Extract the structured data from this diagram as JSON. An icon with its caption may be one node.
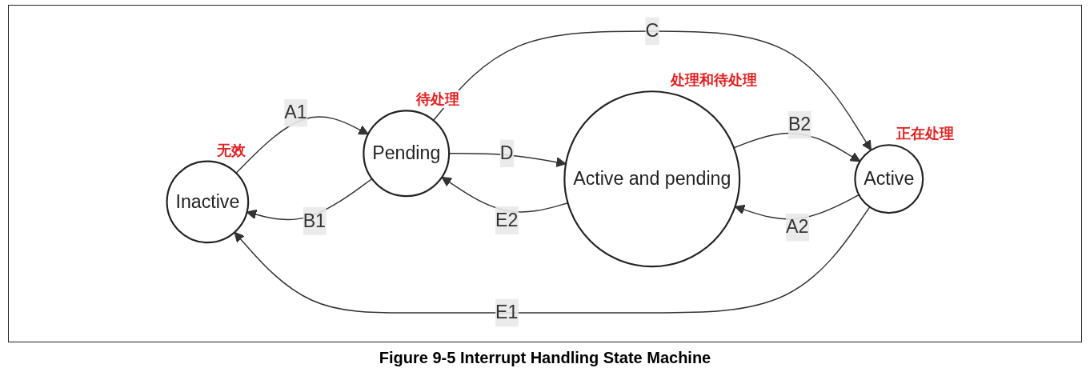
{
  "diagram": {
    "caption": "Figure 9-5 Interrupt Handling State Machine",
    "nodes": [
      {
        "text": [
          "Inactive"
        ],
        "beside": [
          "无效"
        ]
      },
      {
        "text": [
          "Pending"
        ],
        "beside": [
          "待处理"
        ]
      },
      {
        "text": [
          "Active and pending"
        ],
        "beside": [
          "处理和待处理"
        ]
      },
      {
        "text": [
          "Active"
        ],
        "beside": [
          "正在处理"
        ]
      }
    ],
    "edges": [
      {
        "from": 0,
        "to": 1,
        "arrow": "to",
        "label": "A1"
      },
      {
        "from": 1,
        "to": 0,
        "arrow": "to",
        "label": "B1"
      },
      {
        "from": 1,
        "to": 2,
        "arrow": "to",
        "label": "D"
      },
      {
        "from": 2,
        "to": 1,
        "arrow": "to",
        "label": "E2"
      },
      {
        "from": 1,
        "to": 3,
        "arrow": "to",
        "label": "C"
      },
      {
        "from": 3,
        "to": 2,
        "arrow": "to",
        "label": "A2"
      },
      {
        "from": 2,
        "to": 3,
        "arrow": "to",
        "label": "B2"
      },
      {
        "from": 3,
        "to": 0,
        "arrow": "to",
        "label": "E1"
      }
    ]
  }
}
